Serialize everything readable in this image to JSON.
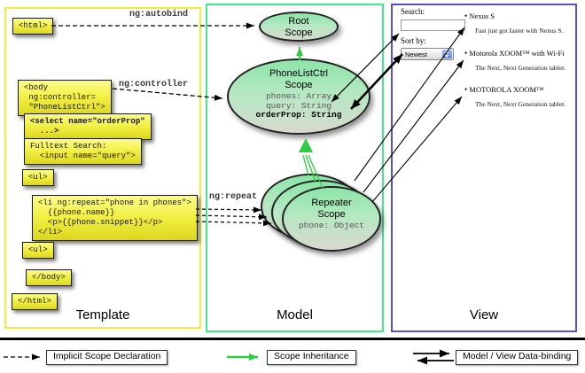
{
  "template_panel": {
    "title": "Template",
    "boxes": {
      "html_open": "<html>",
      "body_open": "<body\n ng:controller=\n \"PhoneListCtrl\">",
      "select": "<select name=\"orderProp\"\n  ...>",
      "fulltext": "Fulltext Search:\n  <input name=\"query\">",
      "ul_open": "<ul>",
      "li_repeat": "<li ng:repeat=\"phone in phones\">\n  {{phone.name}}\n  <p>{{phone.snippet}}</p>\n</li>",
      "ul_close": "<ul>",
      "body_close": "</body>",
      "html_close": "</html>"
    }
  },
  "model_panel": {
    "title": "Model",
    "root_scope": {
      "title": "Root\nScope"
    },
    "phonelist_scope": {
      "title": "PhoneListCtrl\nScope",
      "props": "phones: Array\nquery: String",
      "bold_prop": "orderProp: String"
    },
    "repeater_scope": {
      "title": "Repeater\nScope",
      "prop": "phone: Object"
    }
  },
  "view_panel": {
    "title": "View",
    "search_label": "Search:",
    "sort_label": "Sort by:",
    "sort_value": "Newest",
    "items": [
      {
        "name": "Nexus S",
        "desc": "Fast just got faster with Nexus S."
      },
      {
        "name": "Motorola XOOM™ with Wi-Fi",
        "desc": "The Next, Next Generation tablet."
      },
      {
        "name": "MOTOROLA XOOM™",
        "desc": "The Next, Next Generation tablet."
      }
    ]
  },
  "annotations": {
    "autobind": "ng:autobind",
    "controller": "ng:controller",
    "repeat": "ng:repeat"
  },
  "legend": {
    "implicit": "Implicit Scope Declaration",
    "inheritance": "Scope Inheritance",
    "databinding": "Model / View Data-binding"
  },
  "colors": {
    "template_border": "#f0ee3a",
    "model_border": "#41e88e",
    "view_border": "#5a4fd1",
    "scope_fill_top": "#8fe5aa",
    "scope_fill_bottom": "#d8d9ce",
    "code_box_yellow": "#f2ef44",
    "green_arrow": "#2ecc40",
    "black_arrow": "#000000"
  }
}
